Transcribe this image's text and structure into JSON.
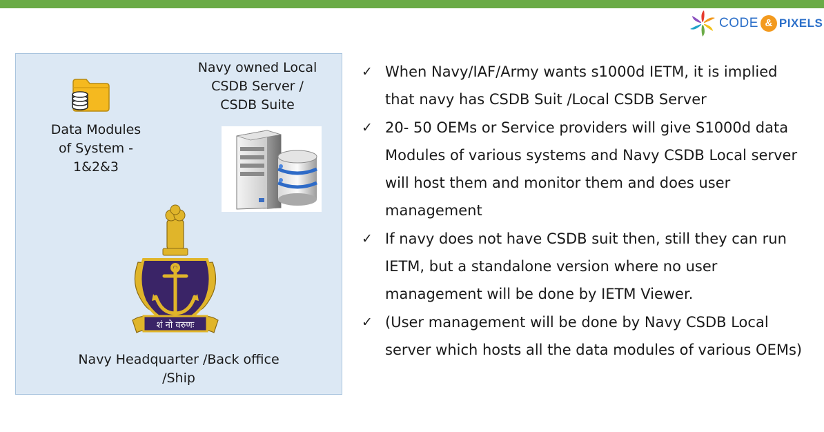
{
  "brand": {
    "logo_code": "CODE",
    "logo_amp": "&",
    "logo_pixels": "PIXELS",
    "accent_green": "#6aab46",
    "accent_blue": "#2b6fc9",
    "accent_orange": "#f39a1e"
  },
  "diagram": {
    "data_modules_label": "Data Modules\nof System -\n1&2&3",
    "server_label": "Navy owned Local\nCSDB Server /\nCSDB Suite",
    "emblem_motto": "शं नो वरुणः",
    "headquarter_label": "Navy Headquarter /Back office\n/Ship",
    "panel_color": "#dce8f4",
    "icons": [
      "folder-database-icon",
      "server-database-icon",
      "navy-emblem-icon"
    ]
  },
  "bullets": [
    {
      "check": "✓",
      "text": "When Navy/IAF/Army wants s1000d IETM, it is implied that navy has CSDB Suit /Local CSDB Server"
    },
    {
      "check": "✓",
      "text": "20- 50 OEMs or Service providers will give S1000d data Modules of various systems and Navy CSDB Local server will host them and monitor them and does user management"
    },
    {
      "check": "✓",
      "text": "If navy does not have CSDB suit then, still they can run IETM, but a standalone version where no user management will be done by IETM Viewer."
    },
    {
      "check": "✓",
      "text": "(User management will be done by Navy CSDB Local server which hosts all the data modules of various OEMs)"
    }
  ]
}
